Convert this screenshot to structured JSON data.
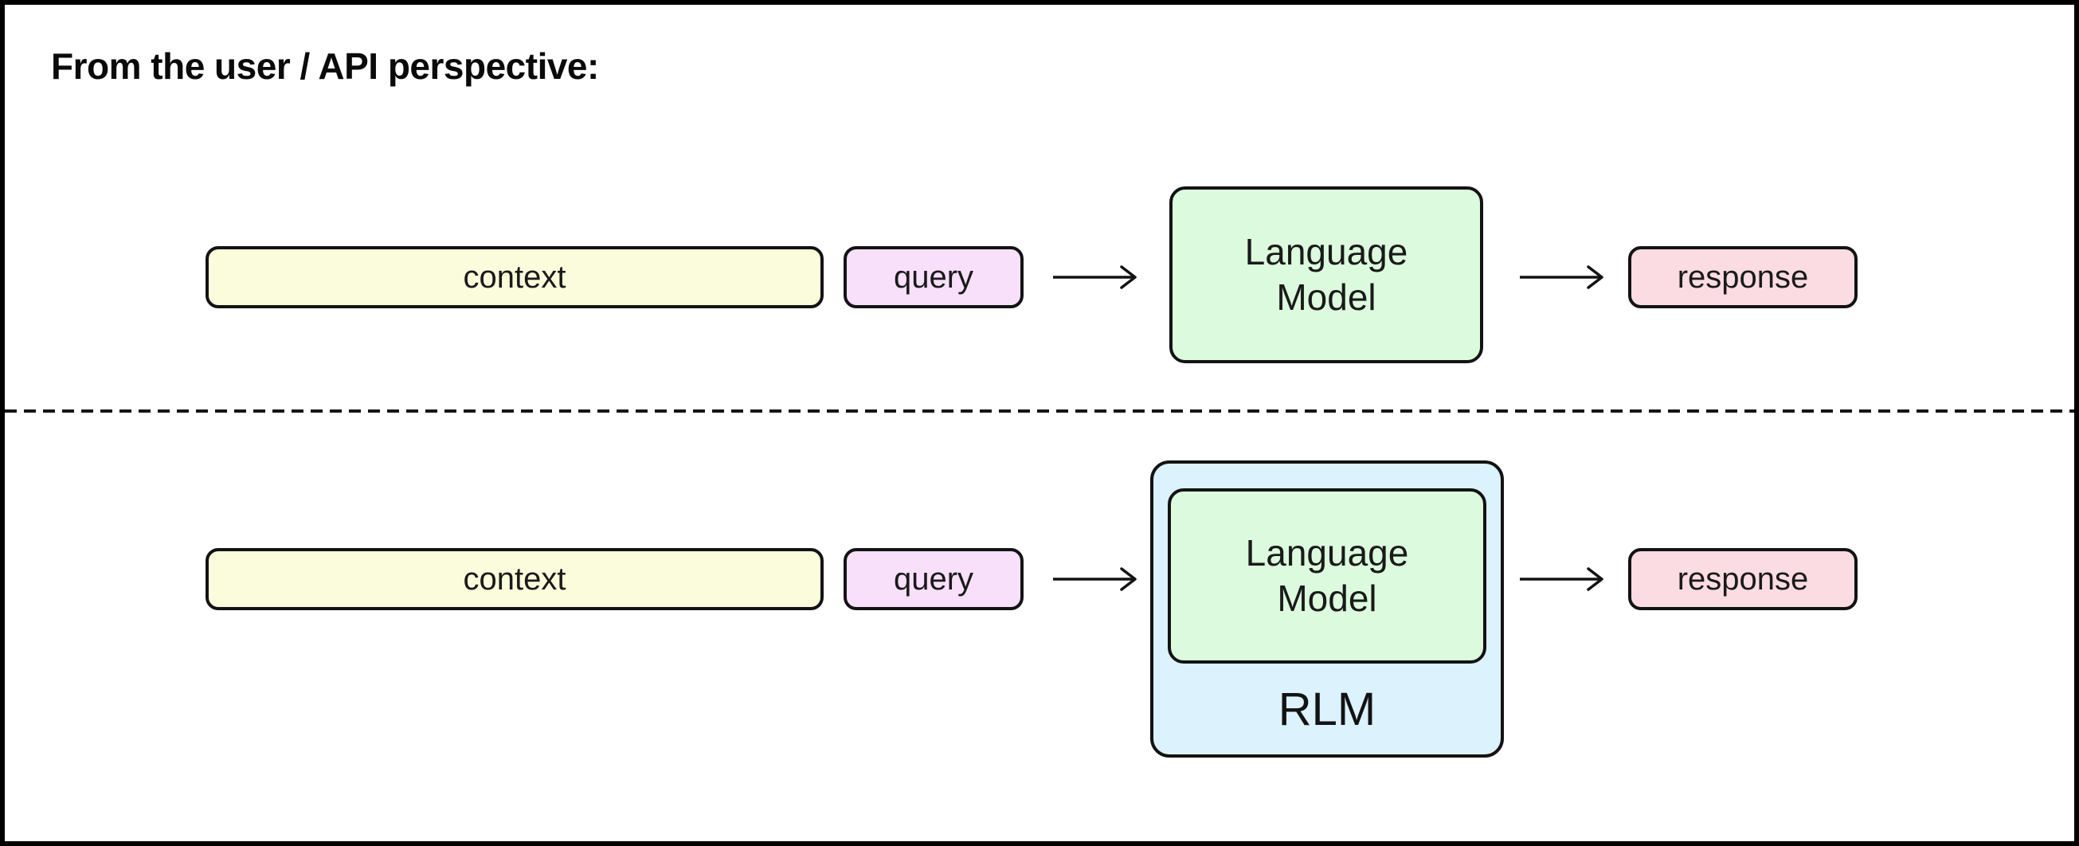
{
  "title": "From the user / API perspective:",
  "colors": {
    "context_fill": "#fbfcdb",
    "query_fill": "#f8dffa",
    "model_fill": "#dcfbde",
    "response_fill": "#fcdce3",
    "rlm_fill": "#dcf2fd",
    "ink": "#131313",
    "background": "#ffffff"
  },
  "diagram": {
    "rows": [
      {
        "context_label": "context",
        "query_label": "query",
        "model_label": "Language\nModel",
        "response_label": "response"
      },
      {
        "context_label": "context",
        "query_label": "query",
        "model_label": "Language\nModel",
        "wrapper_label": "RLM",
        "response_label": "response"
      }
    ]
  }
}
